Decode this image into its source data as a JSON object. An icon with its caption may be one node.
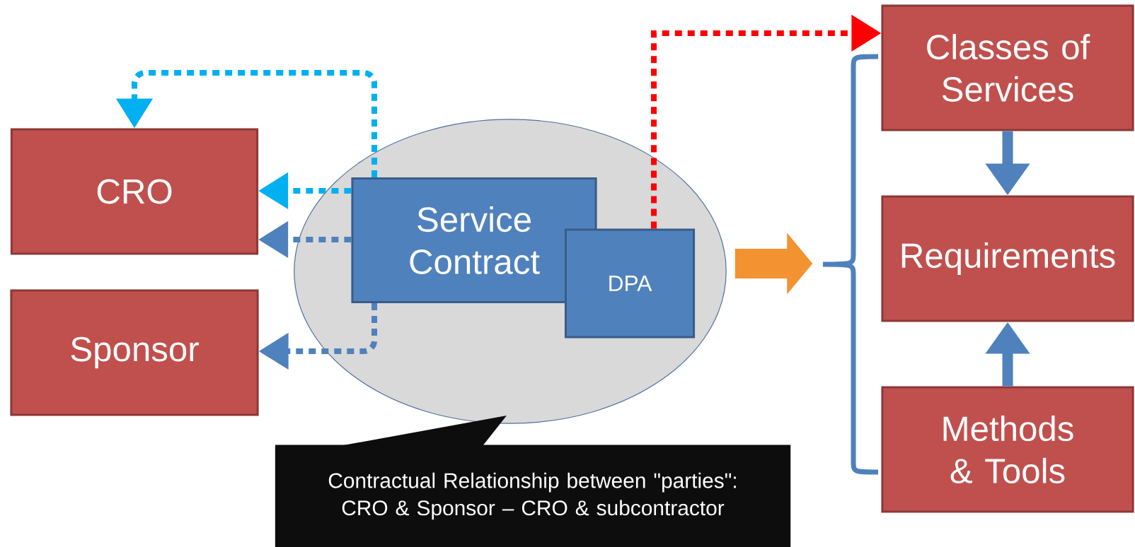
{
  "diagram": {
    "nodes": [
      {
        "text": [
          "CRO"
        ]
      },
      {
        "text": [
          "Sponsor"
        ]
      },
      {
        "text": [],
        "shape": "ellipse"
      },
      {
        "text": [
          "Service Contract"
        ],
        "in": 2
      },
      {
        "text": [
          "DPA"
        ],
        "in": 2
      },
      {
        "text": [
          "Contractual Relationship between \"parties\": CRO & Sponsor – CRO & subcontractor"
        ]
      },
      {
        "text": [],
        "shape": "brace"
      },
      {
        "text": [
          "Classes of Services"
        ]
      },
      {
        "text": [
          "Requirements"
        ]
      },
      {
        "text": [
          "Methods & Tools"
        ]
      }
    ],
    "edges": [
      {
        "from": 3,
        "to": 0,
        "arrow": "to",
        "style": "dashed",
        "color": "#00b0f0"
      },
      {
        "from": 3,
        "to": 0,
        "arrow": "to",
        "style": "dashed",
        "color": "#00b0f0"
      },
      {
        "from": 3,
        "to": 0,
        "arrow": "to",
        "style": "dashed"
      },
      {
        "from": 3,
        "to": 1,
        "arrow": "to",
        "style": "dashed"
      },
      {
        "from": 4,
        "to": 7,
        "arrow": "to",
        "style": "dashed",
        "color": "#ff0000"
      },
      {
        "from": 2,
        "to": 6,
        "arrow": "to",
        "style": "thick",
        "color": "#f39230"
      },
      {
        "from": 7,
        "to": 8,
        "arrow": "to",
        "style": "thick"
      },
      {
        "from": 9,
        "to": 8,
        "arrow": "to",
        "style": "thick"
      }
    ]
  }
}
